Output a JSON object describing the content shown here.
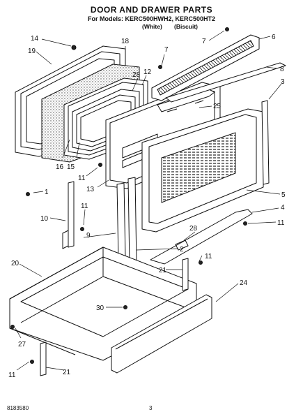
{
  "header": {
    "title": "DOOR AND DRAWER PARTS",
    "models": "For Models: KERC500HWH2, KERC500HT2",
    "variant_white": "(White)",
    "variant_biscuit": "(Biscuit)"
  },
  "footer": {
    "part_code": "8183580",
    "page_number": "3"
  },
  "callouts": [
    {
      "id": "c14",
      "label": "14"
    },
    {
      "id": "c19",
      "label": "19"
    },
    {
      "id": "c18",
      "label": "18"
    },
    {
      "id": "c7a",
      "label": "7"
    },
    {
      "id": "c7b",
      "label": "7"
    },
    {
      "id": "c6",
      "label": "6"
    },
    {
      "id": "c8",
      "label": "8"
    },
    {
      "id": "c28a",
      "label": "28"
    },
    {
      "id": "c12",
      "label": "12"
    },
    {
      "id": "c3",
      "label": "3"
    },
    {
      "id": "c25",
      "label": "25"
    },
    {
      "id": "c16",
      "label": "16"
    },
    {
      "id": "c15",
      "label": "15"
    },
    {
      "id": "c11a",
      "label": "11"
    },
    {
      "id": "c13",
      "label": "13"
    },
    {
      "id": "c1",
      "label": "1"
    },
    {
      "id": "c5",
      "label": "5"
    },
    {
      "id": "c4",
      "label": "4"
    },
    {
      "id": "c11b",
      "label": "11"
    },
    {
      "id": "c10",
      "label": "10"
    },
    {
      "id": "c11c",
      "label": "11"
    },
    {
      "id": "c28b",
      "label": "28"
    },
    {
      "id": "c9",
      "label": "9"
    },
    {
      "id": "c2",
      "label": "2"
    },
    {
      "id": "c11d",
      "label": "11"
    },
    {
      "id": "c20",
      "label": "20"
    },
    {
      "id": "c21a",
      "label": "21"
    },
    {
      "id": "c24",
      "label": "24"
    },
    {
      "id": "c30",
      "label": "30"
    },
    {
      "id": "c27",
      "label": "27"
    },
    {
      "id": "c11e",
      "label": "11"
    },
    {
      "id": "c21b",
      "label": "21"
    }
  ]
}
